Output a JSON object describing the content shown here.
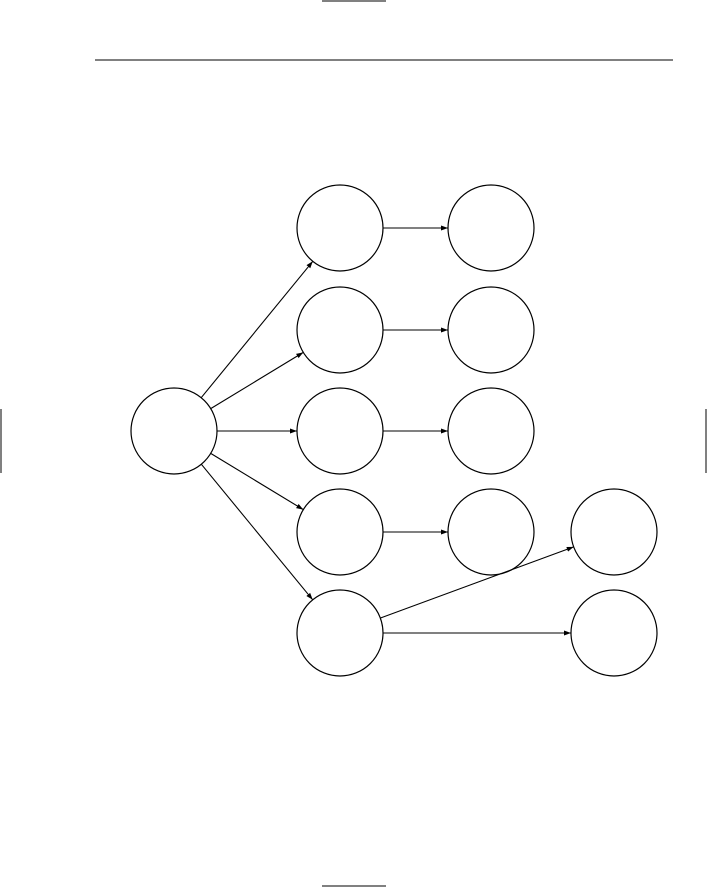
{
  "diagram": {
    "type": "directed-graph",
    "nodes": [
      {
        "id": "root",
        "label": ""
      },
      {
        "id": "a1",
        "label": ""
      },
      {
        "id": "a2",
        "label": ""
      },
      {
        "id": "a3",
        "label": ""
      },
      {
        "id": "a4",
        "label": ""
      },
      {
        "id": "a5",
        "label": ""
      },
      {
        "id": "b1",
        "label": ""
      },
      {
        "id": "b2",
        "label": ""
      },
      {
        "id": "b3",
        "label": ""
      },
      {
        "id": "b4",
        "label": ""
      },
      {
        "id": "c1",
        "label": ""
      },
      {
        "id": "c2",
        "label": ""
      }
    ],
    "edges": [
      {
        "from": "root",
        "to": "a1"
      },
      {
        "from": "root",
        "to": "a2"
      },
      {
        "from": "root",
        "to": "a3"
      },
      {
        "from": "root",
        "to": "a4"
      },
      {
        "from": "root",
        "to": "a5"
      },
      {
        "from": "a1",
        "to": "b1"
      },
      {
        "from": "a2",
        "to": "b2"
      },
      {
        "from": "a3",
        "to": "b3"
      },
      {
        "from": "a4",
        "to": "b4"
      },
      {
        "from": "a5",
        "to": "c1"
      },
      {
        "from": "a5",
        "to": "c2"
      }
    ],
    "colors": {
      "stroke": "#000000",
      "background": "#ffffff"
    }
  }
}
